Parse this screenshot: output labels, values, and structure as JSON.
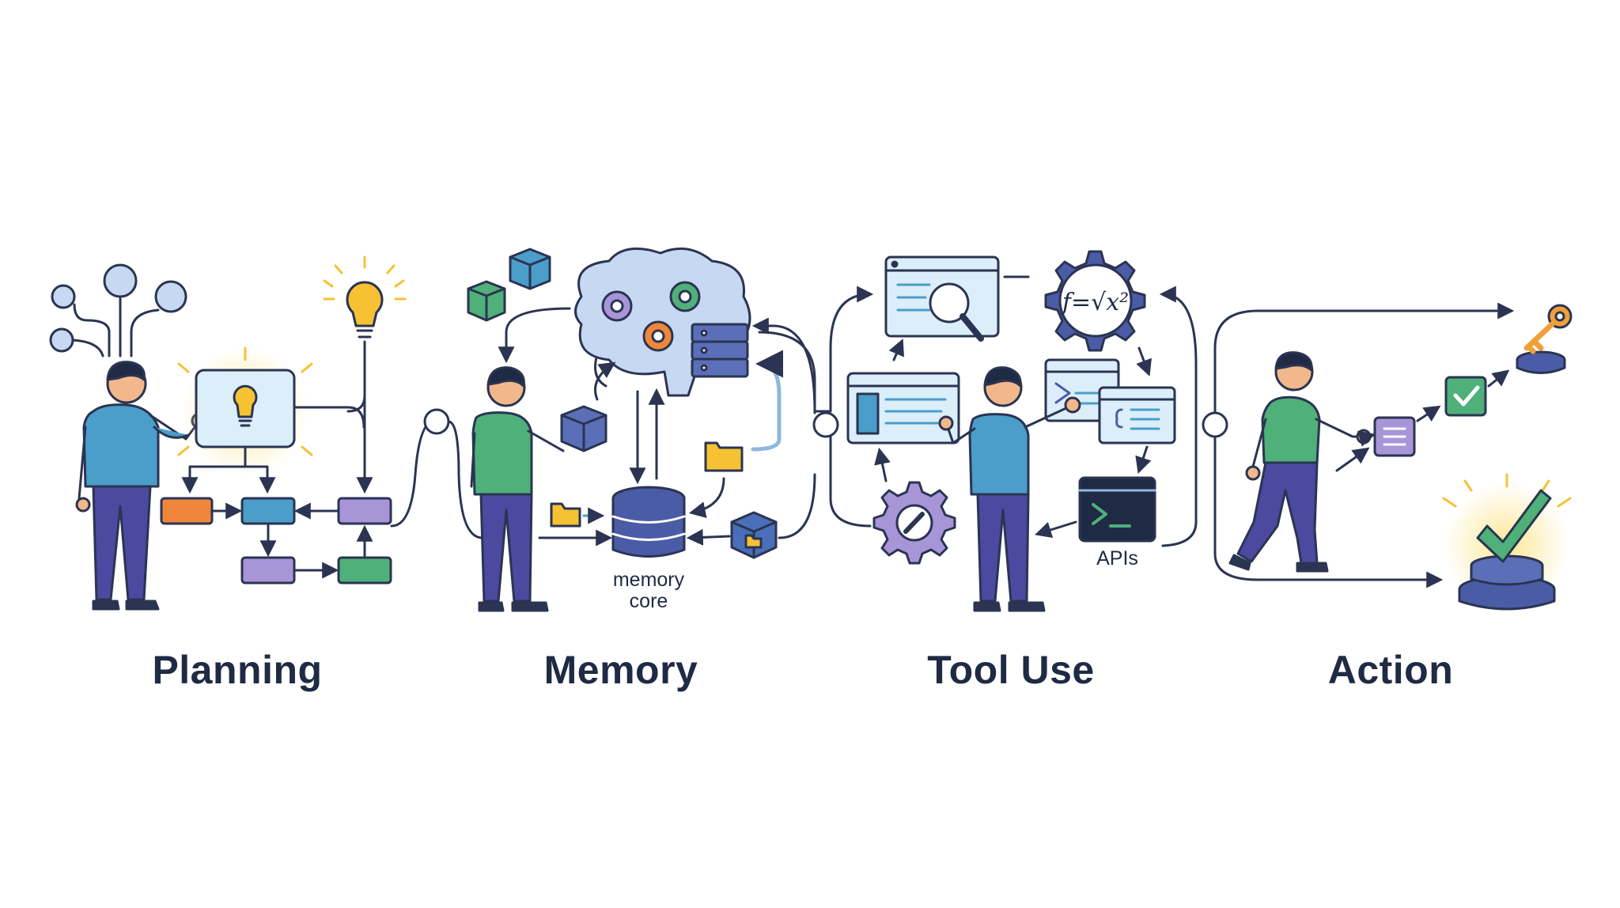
{
  "stages": [
    {
      "id": "planning",
      "title": "Planning"
    },
    {
      "id": "memory",
      "title": "Memory"
    },
    {
      "id": "tool-use",
      "title": "Tool Use"
    },
    {
      "id": "action",
      "title": "Action"
    }
  ],
  "labels": {
    "memory_core_line1": "memory",
    "memory_core_line2": "core",
    "apis": "APIs",
    "formula": "f=√x²"
  },
  "icons": [
    "planning-person-icon",
    "idea-board-icon",
    "lightbulb-icon",
    "node-network-icon",
    "flowchart-icon",
    "memory-person-icon",
    "brain-gears-icon",
    "server-rack-icon",
    "database-icon",
    "folder-icon",
    "cube-icon",
    "tool-person-icon",
    "search-window-icon",
    "formula-gear-icon",
    "code-window-icon",
    "terminal-icon",
    "wrench-gear-icon",
    "walking-person-icon",
    "task-list-icon",
    "checkbox-icon",
    "key-icon",
    "success-check-icon"
  ],
  "colors": {
    "outline": "#2b3452",
    "blue": "#4a9ec9",
    "light_blue": "#dbeefa",
    "green": "#4fb07a",
    "purple": "#a895d8",
    "dark_purple": "#4b4aa0",
    "orange": "#f0863a",
    "yellow": "#f6c233",
    "skin": "#f2b88c",
    "title": "#1f2a44"
  }
}
